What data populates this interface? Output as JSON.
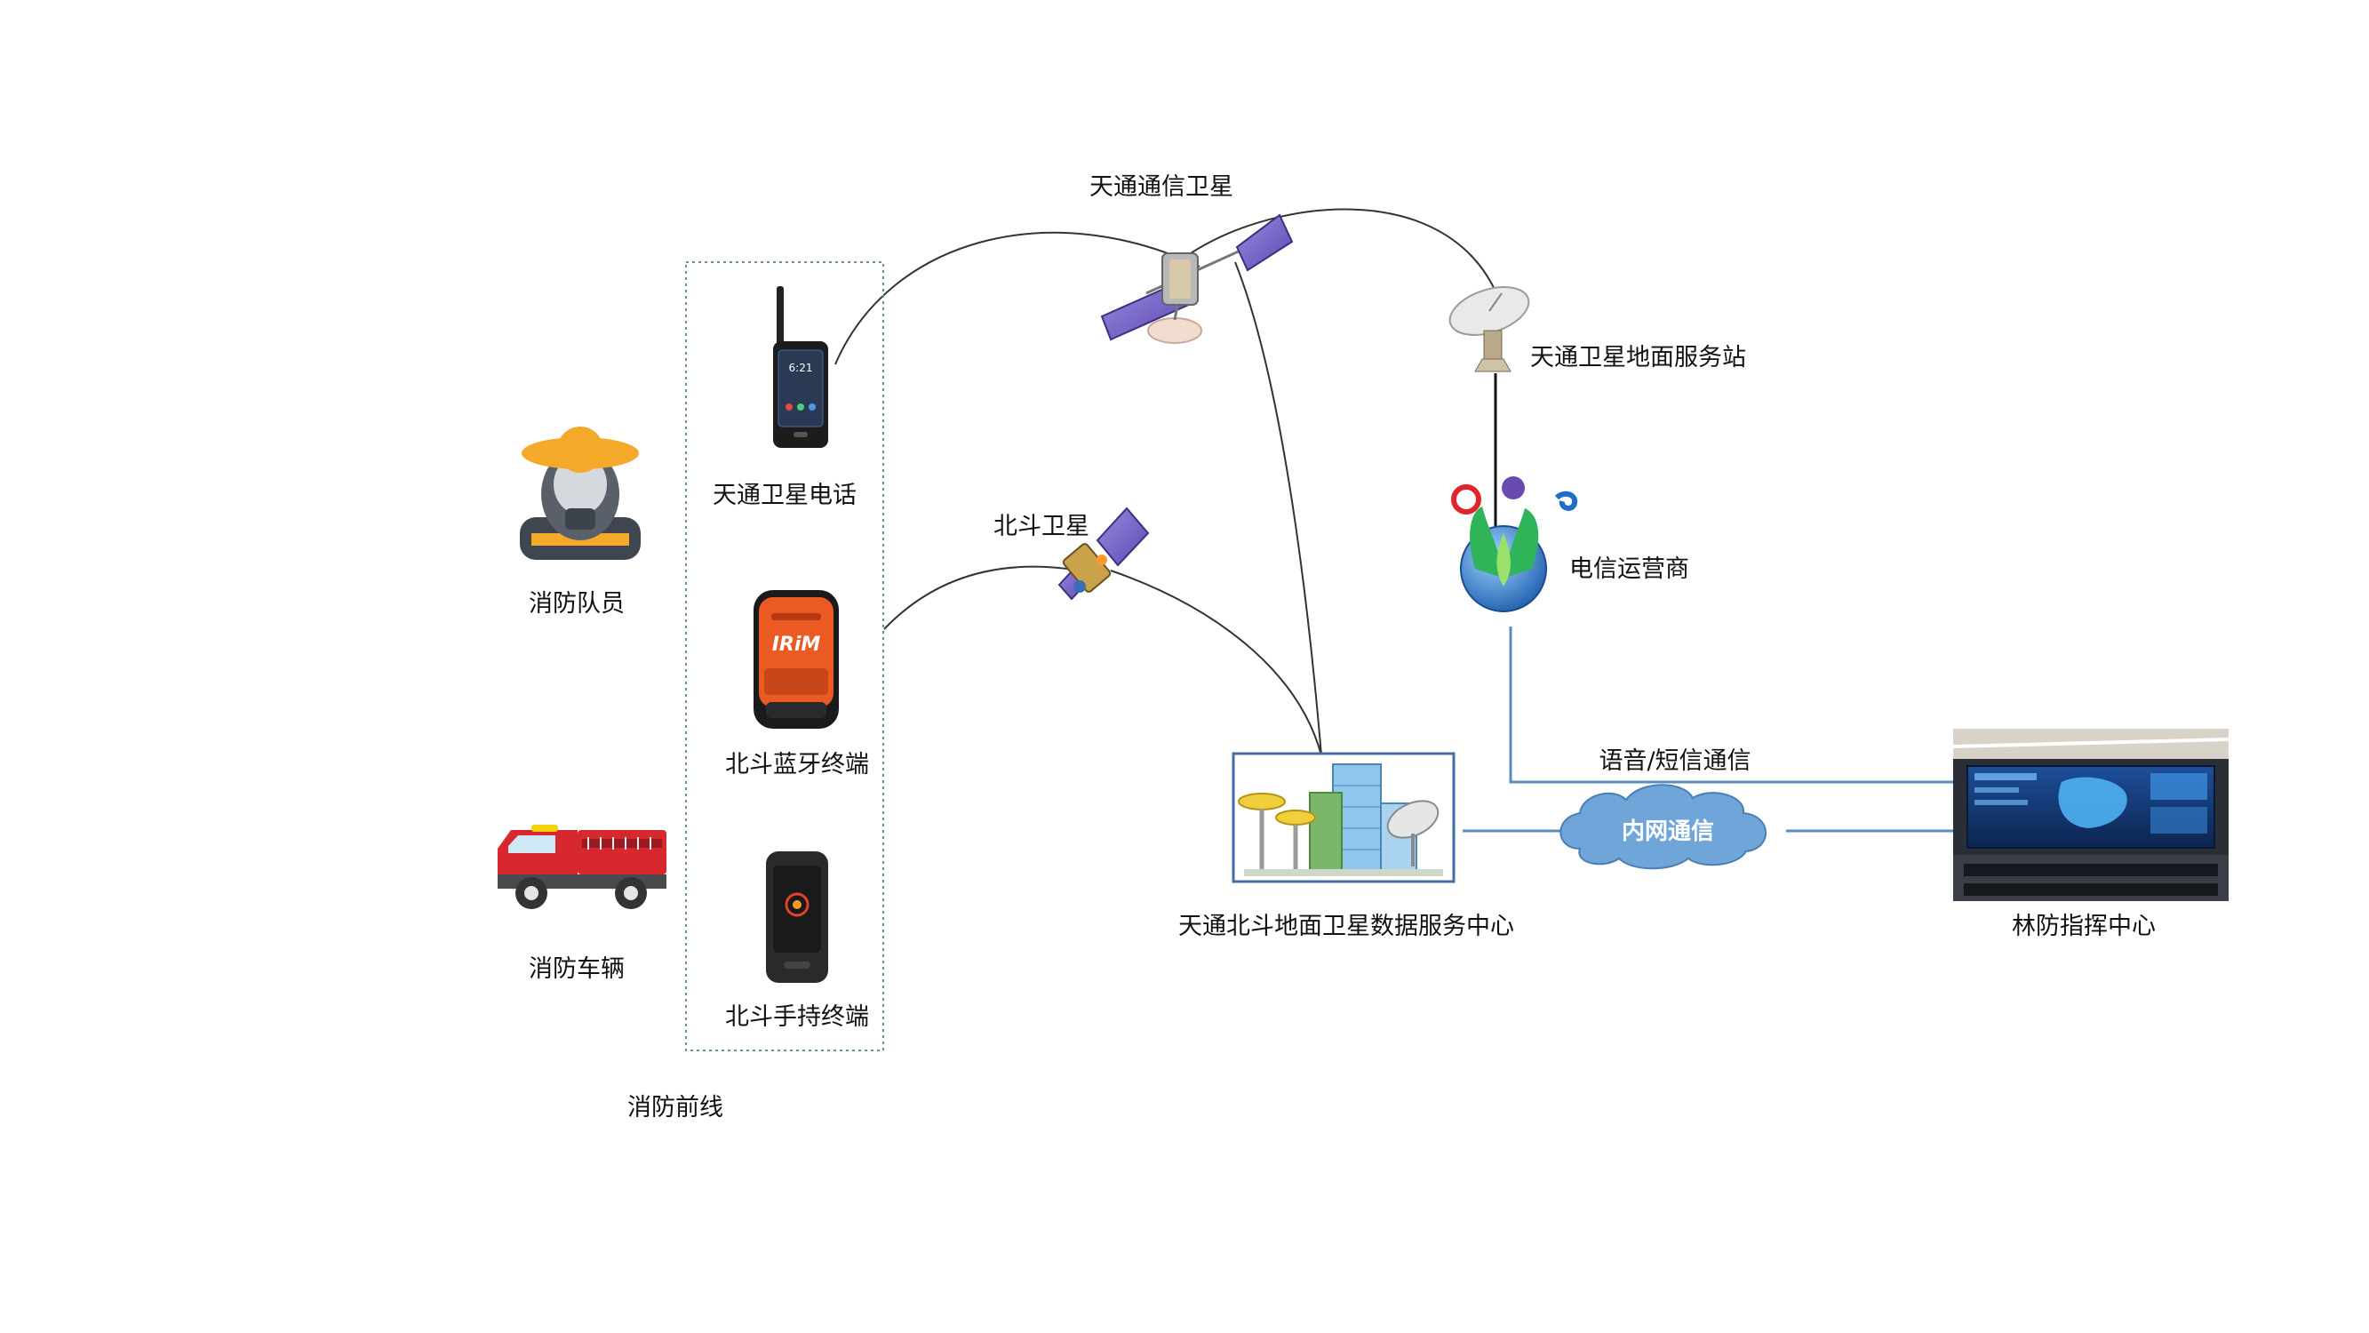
{
  "labels": {
    "tiantong_satellite": "天通通信卫星",
    "tiantong_ground_station": "天通卫星地面服务站",
    "tiantong_phone": "天通卫星电话",
    "beidou_satellite": "北斗卫星",
    "telecom_operator": "电信运营商",
    "firefighter": "消防队员",
    "beidou_bt_terminal": "北斗蓝牙终端",
    "voice_sms": "语音/短信通信",
    "intranet": "内网通信",
    "data_center": "天通北斗地面卫星数据服务中心",
    "command_center": "林防指挥中心",
    "fire_vehicle": "消防车辆",
    "beidou_handheld": "北斗手持终端",
    "front_line": "消防前线"
  },
  "device_text": {
    "irim_logo": "IRiM",
    "phone_time": "6:21"
  },
  "colors": {
    "link_blue": "#5b8cc0",
    "cloud_blue": "#6fa5d8",
    "dashed_box": "#6a8fa0",
    "helmet_orange": "#f4a92a",
    "terminal_orange": "#ec5a24",
    "truck_red": "#d7282f",
    "solar_purple": "#7a68c8"
  }
}
